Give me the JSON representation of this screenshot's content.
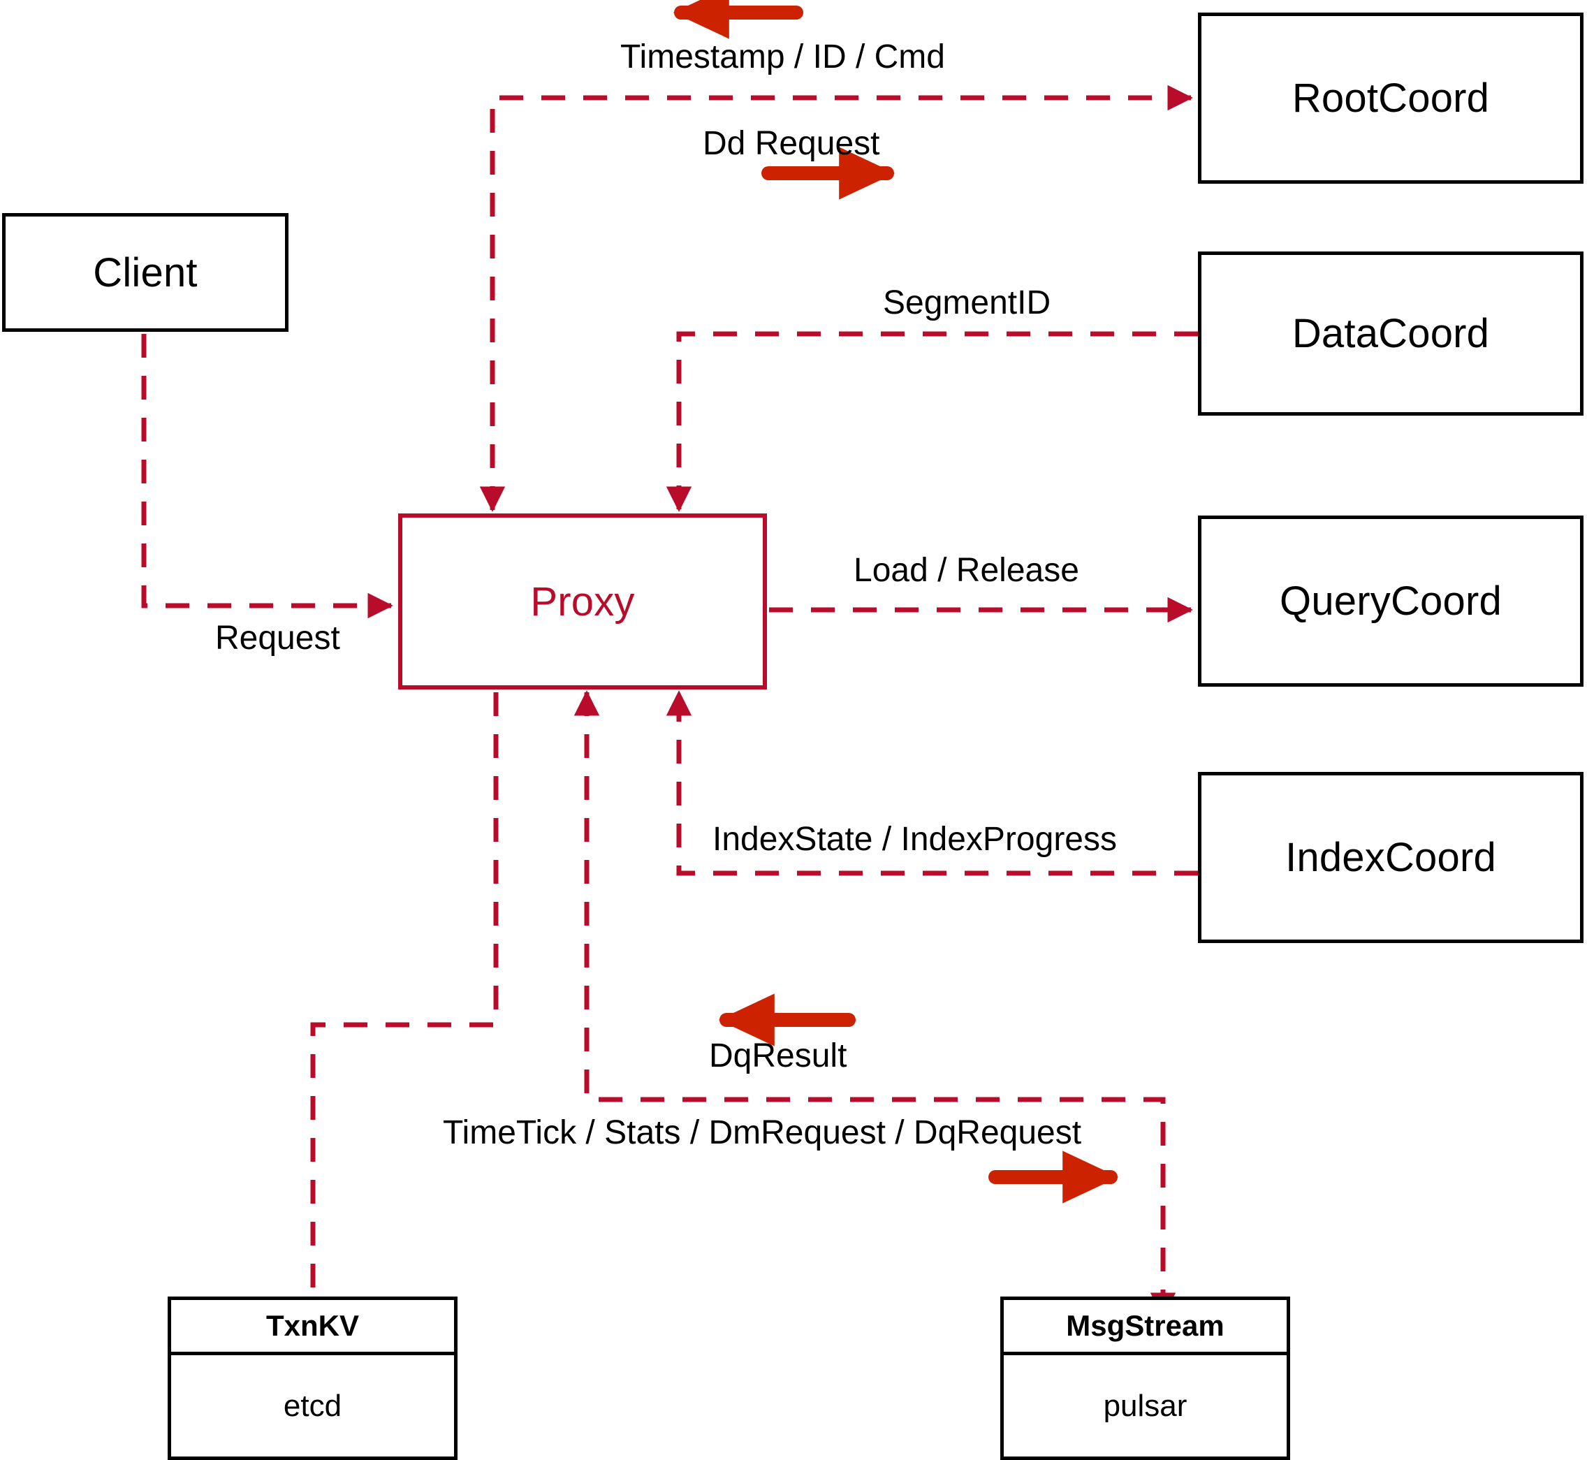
{
  "diagram": {
    "title": "Milvus Proxy interaction diagram",
    "colors": {
      "dashed_edge": "#B80C2A",
      "solid_arrow": "#CC2200",
      "node_border": "#000000",
      "proxy_border": "#B80C2A",
      "proxy_text": "#B80C2A",
      "background": "#FFFFFF"
    },
    "nodes": {
      "client": {
        "label": "Client"
      },
      "proxy": {
        "label": "Proxy"
      },
      "root_coord": {
        "label": "RootCoord"
      },
      "data_coord": {
        "label": "DataCoord"
      },
      "query_coord": {
        "label": "QueryCoord"
      },
      "index_coord": {
        "label": "IndexCoord"
      },
      "txn_kv": {
        "header": "TxnKV",
        "body": "etcd"
      },
      "msg_stream": {
        "header": "MsgStream",
        "body": "pulsar"
      }
    },
    "edge_labels": {
      "timestamp_id_cmd": "Timestamp / ID / Cmd",
      "dd_request": "Dd Request",
      "segment_id": "SegmentID",
      "load_release": "Load / Release",
      "index_state_progress": "IndexState / IndexProgress",
      "request": "Request",
      "dq_result": "DqResult",
      "timetick_stats": "TimeTick / Stats / DmRequest / DqRequest"
    }
  }
}
